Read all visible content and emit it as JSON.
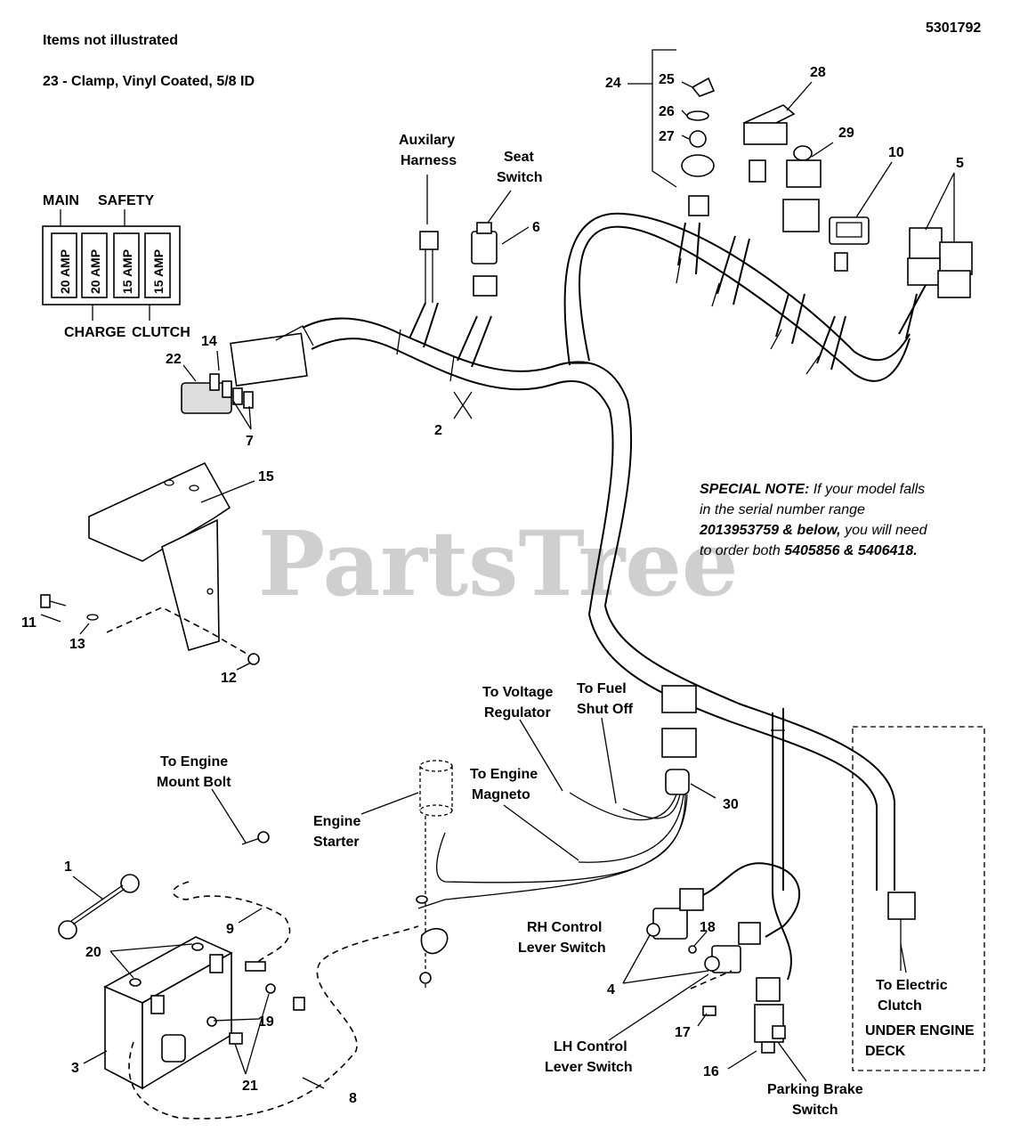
{
  "diagram_id": "5301792",
  "header": {
    "items_not_illustrated": "Items not illustrated",
    "item_23": "23 - Clamp, Vinyl Coated, 5/8 ID"
  },
  "fuse_block": {
    "main": "MAIN",
    "safety": "SAFETY",
    "charge": "CHARGE",
    "clutch": "CLUTCH",
    "fuses": [
      "20 AMP",
      "20 AMP",
      "15 AMP",
      "15 AMP"
    ]
  },
  "watermark": "PartsTree",
  "watermark_mark": "™",
  "special_note": {
    "lead": "SPECIAL NOTE:",
    "line1_rest": "If your model falls",
    "line2": "in the serial number range",
    "line3_bold": "2013953759 & below,",
    "line3_rest": "you will need",
    "line4_lead": "to order both",
    "line4_bold": "5405856 & 5406418."
  },
  "labels": {
    "auxilary_harness_1": "Auxilary",
    "auxilary_harness_2": "Harness",
    "seat_switch_1": "Seat",
    "seat_switch_2": "Switch",
    "to_voltage_regulator_1": "To Voltage",
    "to_voltage_regulator_2": "Regulator",
    "to_fuel_shut_off_1": "To Fuel",
    "to_fuel_shut_off_2": "Shut Off",
    "to_engine_magneto_1": "To Engine",
    "to_engine_magneto_2": "Magneto",
    "engine_starter_1": "Engine",
    "engine_starter_2": "Starter",
    "to_engine_mount_bolt_1": "To Engine",
    "to_engine_mount_bolt_2": "Mount Bolt",
    "rh_control_1": "RH Control",
    "rh_control_2": "Lever Switch",
    "lh_control_1": "LH Control",
    "lh_control_2": "Lever Switch",
    "parking_brake_1": "Parking Brake",
    "parking_brake_2": "Switch",
    "to_electric_clutch_1": "To Electric",
    "to_electric_clutch_2": "Clutch",
    "under_engine_deck_1": "UNDER ENGINE",
    "under_engine_deck_2": "DECK"
  },
  "callouts": {
    "n1": "1",
    "n2": "2",
    "n3": "3",
    "n4": "4",
    "n5": "5",
    "n6": "6",
    "n7": "7",
    "n8": "8",
    "n9": "9",
    "n10": "10",
    "n11": "11",
    "n12": "12",
    "n13": "13",
    "n14": "14",
    "n15": "15",
    "n16": "16",
    "n17": "17",
    "n18": "18",
    "n19": "19",
    "n20": "20",
    "n21": "21",
    "n22": "22",
    "n24": "24",
    "n25": "25",
    "n26": "26",
    "n27": "27",
    "n28": "28",
    "n29": "29",
    "n30": "30"
  }
}
